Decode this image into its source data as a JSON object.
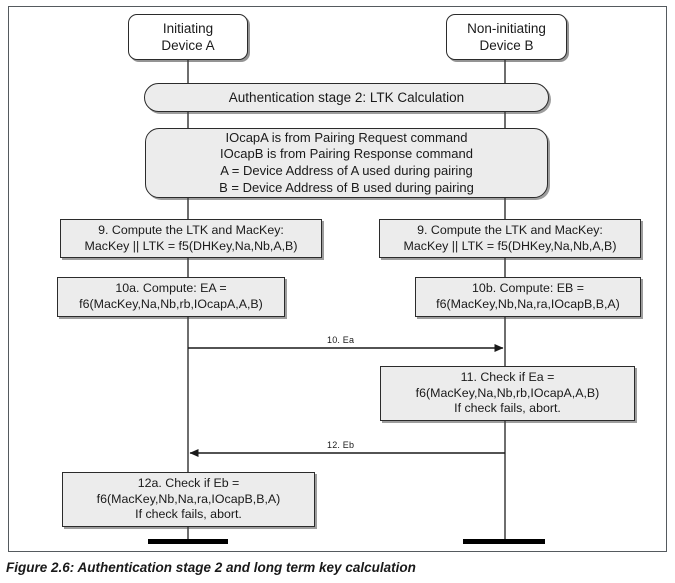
{
  "figure": {
    "caption": "Figure 2.6:  Authentication stage 2 and long term key calculation",
    "frame_color": "#555a5e",
    "box_fill": "#ececec",
    "box_stroke": "#2b2b2b",
    "lifeline_color": "#4a4a4a"
  },
  "devices": {
    "a": {
      "line1": "Initiating",
      "line2": "Device A"
    },
    "b": {
      "line1": "Non-initiating",
      "line2": "Device B"
    }
  },
  "banner": {
    "text": "Authentication stage 2:  LTK Calculation"
  },
  "info": {
    "lines": [
      "IOcapA is from Pairing Request command",
      "IOcapB is from Pairing Response command",
      "A = Device Address of A used during pairing",
      "B = Device Address of B used during pairing"
    ]
  },
  "steps": {
    "step9a": {
      "lines": [
        "9.  Compute the LTK and MacKey:",
        "MacKey || LTK = f5(DHKey,Na,Nb,A,B)"
      ]
    },
    "step9b": {
      "lines": [
        "9.  Compute the LTK and MacKey:",
        "MacKey || LTK = f5(DHKey,Na,Nb,A,B)"
      ]
    },
    "step10a": {
      "lines": [
        "10a.  Compute:  EA =",
        "f6(MacKey,Na,Nb,rb,IOcapA,A,B)"
      ]
    },
    "step10b": {
      "lines": [
        "10b.  Compute:  EB =",
        "f6(MacKey,Nb,Na,ra,IOcapB,B,A)"
      ]
    },
    "step11": {
      "lines": [
        "11.  Check if Ea =",
        "f6(MacKey,Na,Nb,rb,IOcapA,A,B)",
        "If check fails, abort."
      ]
    },
    "step12a": {
      "lines": [
        "12a.  Check if Eb =",
        "f6(MacKey,Nb,Na,ra,IOcapB,B,A)",
        "If check fails, abort."
      ]
    }
  },
  "messages": {
    "msg10": {
      "label": "10.  Ea",
      "direction": "a-to-b"
    },
    "msg12": {
      "label": "12.  Eb",
      "direction": "b-to-a"
    }
  }
}
